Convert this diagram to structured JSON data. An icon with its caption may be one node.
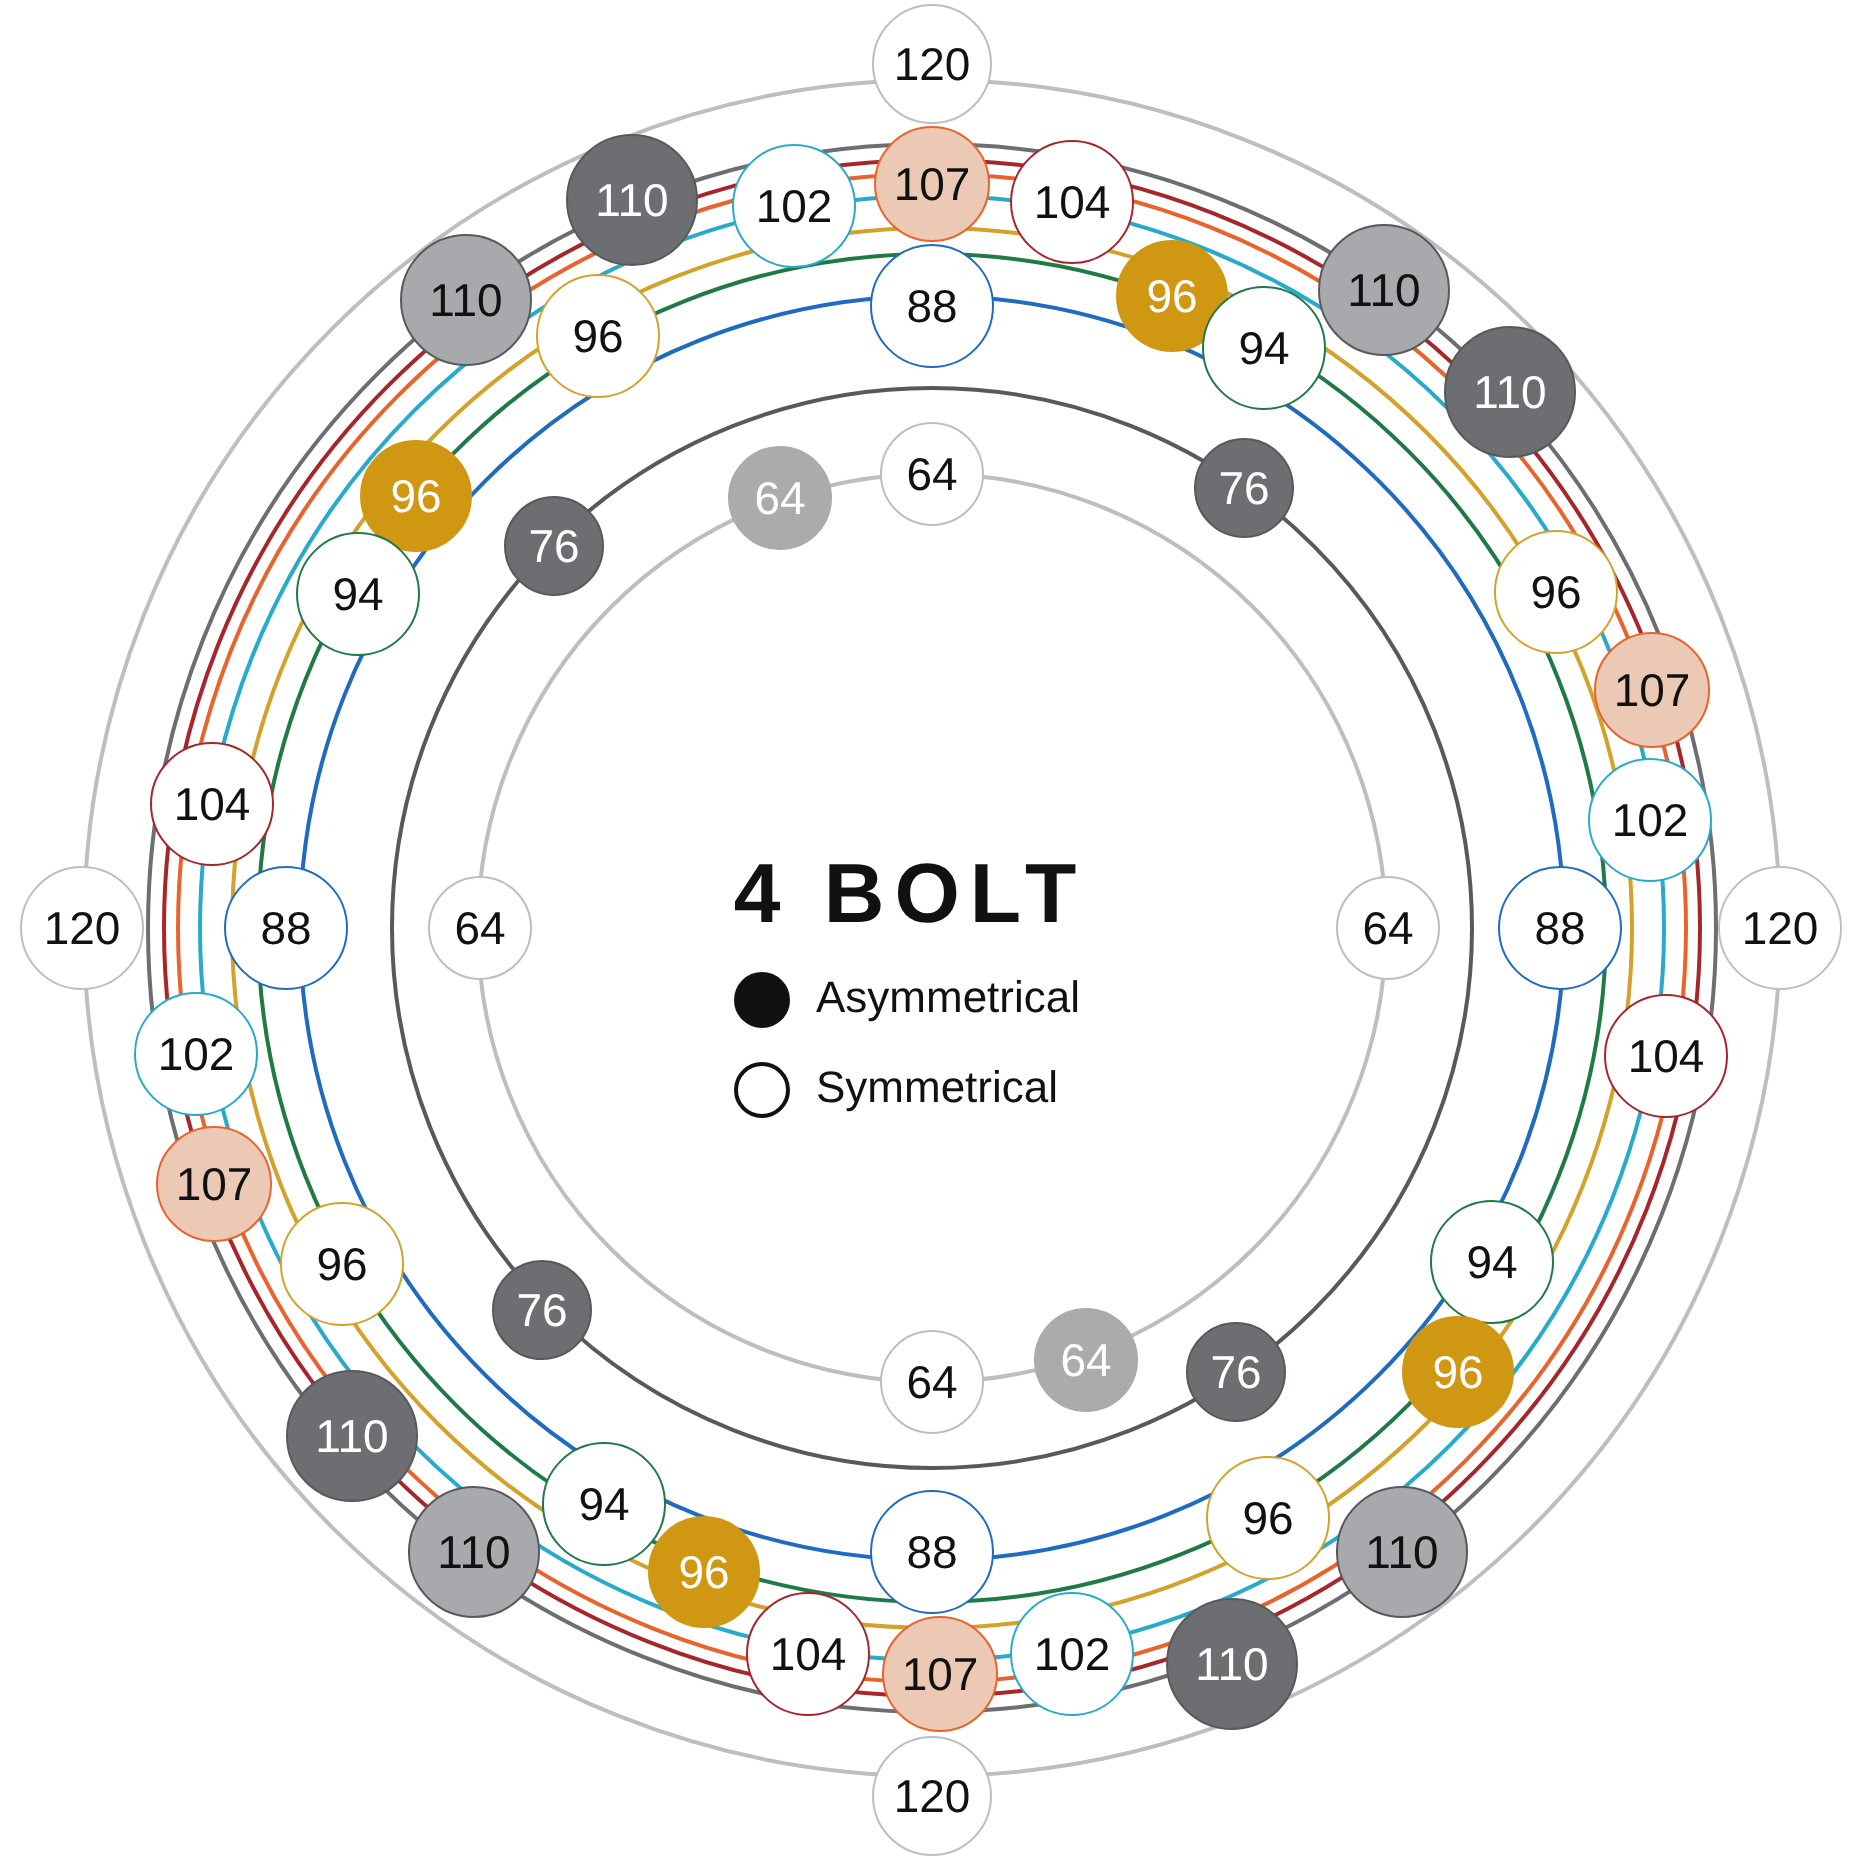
{
  "diagram": {
    "title": "4 BOLT",
    "nodes": [
      {
        "text": [
          "120"
        ]
      },
      {
        "text": [
          "107"
        ]
      },
      {
        "text": [
          "110"
        ]
      },
      {
        "text": [
          "102"
        ]
      },
      {
        "text": [
          "104"
        ]
      },
      {
        "text": [
          "110"
        ]
      },
      {
        "text": [
          "96"
        ]
      },
      {
        "text": [
          "110"
        ]
      },
      {
        "text": [
          "88"
        ]
      },
      {
        "text": [
          "96"
        ]
      },
      {
        "text": [
          "94"
        ]
      },
      {
        "text": [
          "110"
        ]
      },
      {
        "text": [
          "64"
        ]
      },
      {
        "text": [
          "64"
        ]
      },
      {
        "text": [
          "76"
        ]
      },
      {
        "text": [
          "96"
        ]
      },
      {
        "text": [
          "76"
        ]
      },
      {
        "text": [
          "94"
        ]
      },
      {
        "text": [
          "96"
        ]
      },
      {
        "text": [
          "107"
        ]
      },
      {
        "text": [
          "104"
        ]
      },
      {
        "text": [
          "102"
        ]
      },
      {
        "text": [
          "120"
        ]
      },
      {
        "text": [
          "88"
        ]
      },
      {
        "text": [
          "64"
        ]
      },
      {
        "text": [
          "64"
        ]
      },
      {
        "text": [
          "88"
        ]
      },
      {
        "text": [
          "120"
        ]
      },
      {
        "text": [
          "102"
        ]
      },
      {
        "text": [
          "104"
        ]
      },
      {
        "text": [
          "107"
        ]
      },
      {
        "text": [
          "96"
        ]
      },
      {
        "text": [
          "94"
        ]
      },
      {
        "text": [
          "76"
        ]
      },
      {
        "text": [
          "96"
        ]
      },
      {
        "text": [
          "64"
        ]
      },
      {
        "text": [
          "64"
        ]
      },
      {
        "text": [
          "76"
        ]
      },
      {
        "text": [
          "110"
        ]
      },
      {
        "text": [
          "94"
        ]
      },
      {
        "text": [
          "110"
        ]
      },
      {
        "text": [
          "96"
        ]
      },
      {
        "text": [
          "110"
        ]
      },
      {
        "text": [
          "88"
        ]
      },
      {
        "text": [
          "96"
        ]
      },
      {
        "text": [
          "104"
        ]
      },
      {
        "text": [
          "102"
        ]
      },
      {
        "text": [
          "110"
        ]
      },
      {
        "text": [
          "107"
        ]
      },
      {
        "text": [
          "120"
        ]
      }
    ],
    "legend": [
      {
        "text": "Asymmetrical"
      },
      {
        "text": "Symmetrical"
      }
    ]
  }
}
